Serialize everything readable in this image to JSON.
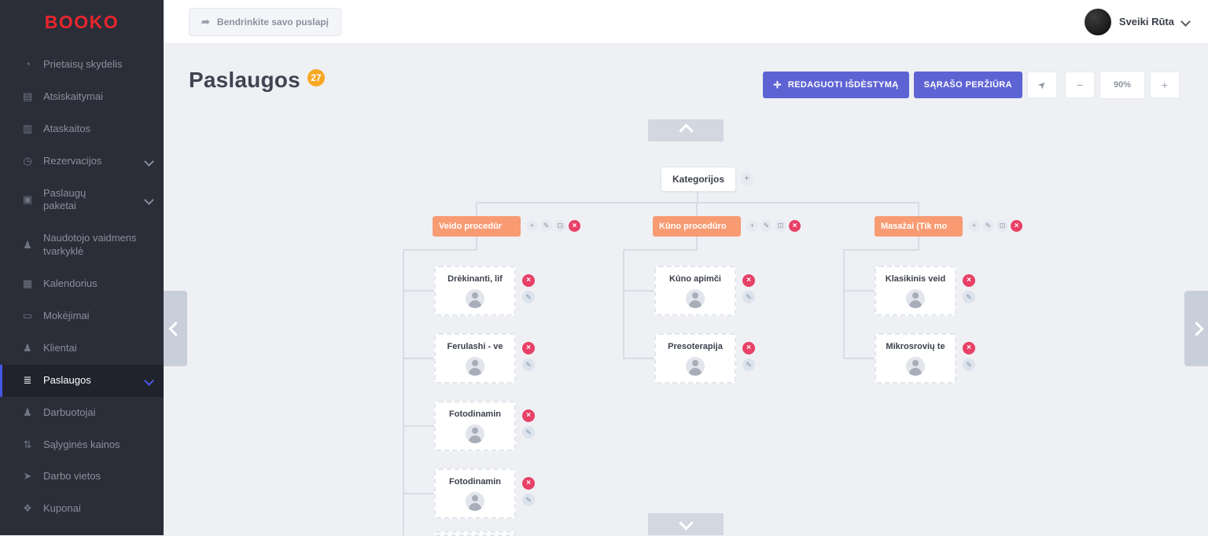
{
  "app": {
    "logo": "BOOKO"
  },
  "topbar": {
    "share_label": "Bendrinkite savo puslapį",
    "user_name": "Sveiki Rūta"
  },
  "sidebar": {
    "items": [
      {
        "label": "Prietaisų skydelis",
        "icon": "dashboard-icon"
      },
      {
        "label": "Atsiskaitymai",
        "icon": "billing-icon"
      },
      {
        "label": "Ataskaitos",
        "icon": "reports-icon"
      },
      {
        "label": "Rezervacijos",
        "icon": "clock-icon",
        "chevron": true
      },
      {
        "label": "Paslaugų paketai",
        "icon": "packages-icon",
        "chevron": true
      },
      {
        "label": "Naudotojo vaidmens tvarkyklė",
        "icon": "user-role-icon"
      },
      {
        "label": "Kalendorius",
        "icon": "calendar-icon"
      },
      {
        "label": "Mokėjimai",
        "icon": "payments-icon"
      },
      {
        "label": "Klientai",
        "icon": "clients-icon"
      },
      {
        "label": "Paslaugos",
        "icon": "services-icon",
        "chevron": true,
        "active": true
      },
      {
        "label": "Darbuotojai",
        "icon": "employees-icon"
      },
      {
        "label": "Sąlyginės kainos",
        "icon": "pricing-icon"
      },
      {
        "label": "Darbo vietos",
        "icon": "workplaces-icon"
      },
      {
        "label": "Kuponai",
        "icon": "coupons-icon"
      }
    ]
  },
  "header": {
    "title": "Paslaugos",
    "count_badge": "27",
    "edit_layout_label": "REDAGUOTI IŠDĖSTYMĄ",
    "list_view_label": "SĄRAŠO PERŽIŪRA",
    "zoom_level": "90%"
  },
  "tree": {
    "root": {
      "label": "Kategorijos"
    },
    "categories": [
      {
        "label": "Veido procedūr",
        "children": [
          {
            "label": "Drėkinanti, lif"
          },
          {
            "label": "Ferulashi - ve"
          },
          {
            "label": "Fotodinamin"
          },
          {
            "label": "Fotodinamin"
          }
        ]
      },
      {
        "label": "Kūno procedūro",
        "children": [
          {
            "label": "Kūno apimči"
          },
          {
            "label": "Presoterapija"
          }
        ]
      },
      {
        "label": "Masažai (Tik mo",
        "children": [
          {
            "label": "Klasikinis veid"
          },
          {
            "label": "Mikrosrovių te"
          }
        ]
      }
    ]
  },
  "colors": {
    "logo_red": "#e8262d",
    "sidebar_bg": "#2b2e38",
    "active_blue": "#4457e5",
    "accent_purple": "#5e63d4",
    "category_orange": "#f89b72",
    "badge_orange": "#f7a823",
    "danger_red": "#e84067",
    "canvas_bg": "#eef0f4"
  }
}
